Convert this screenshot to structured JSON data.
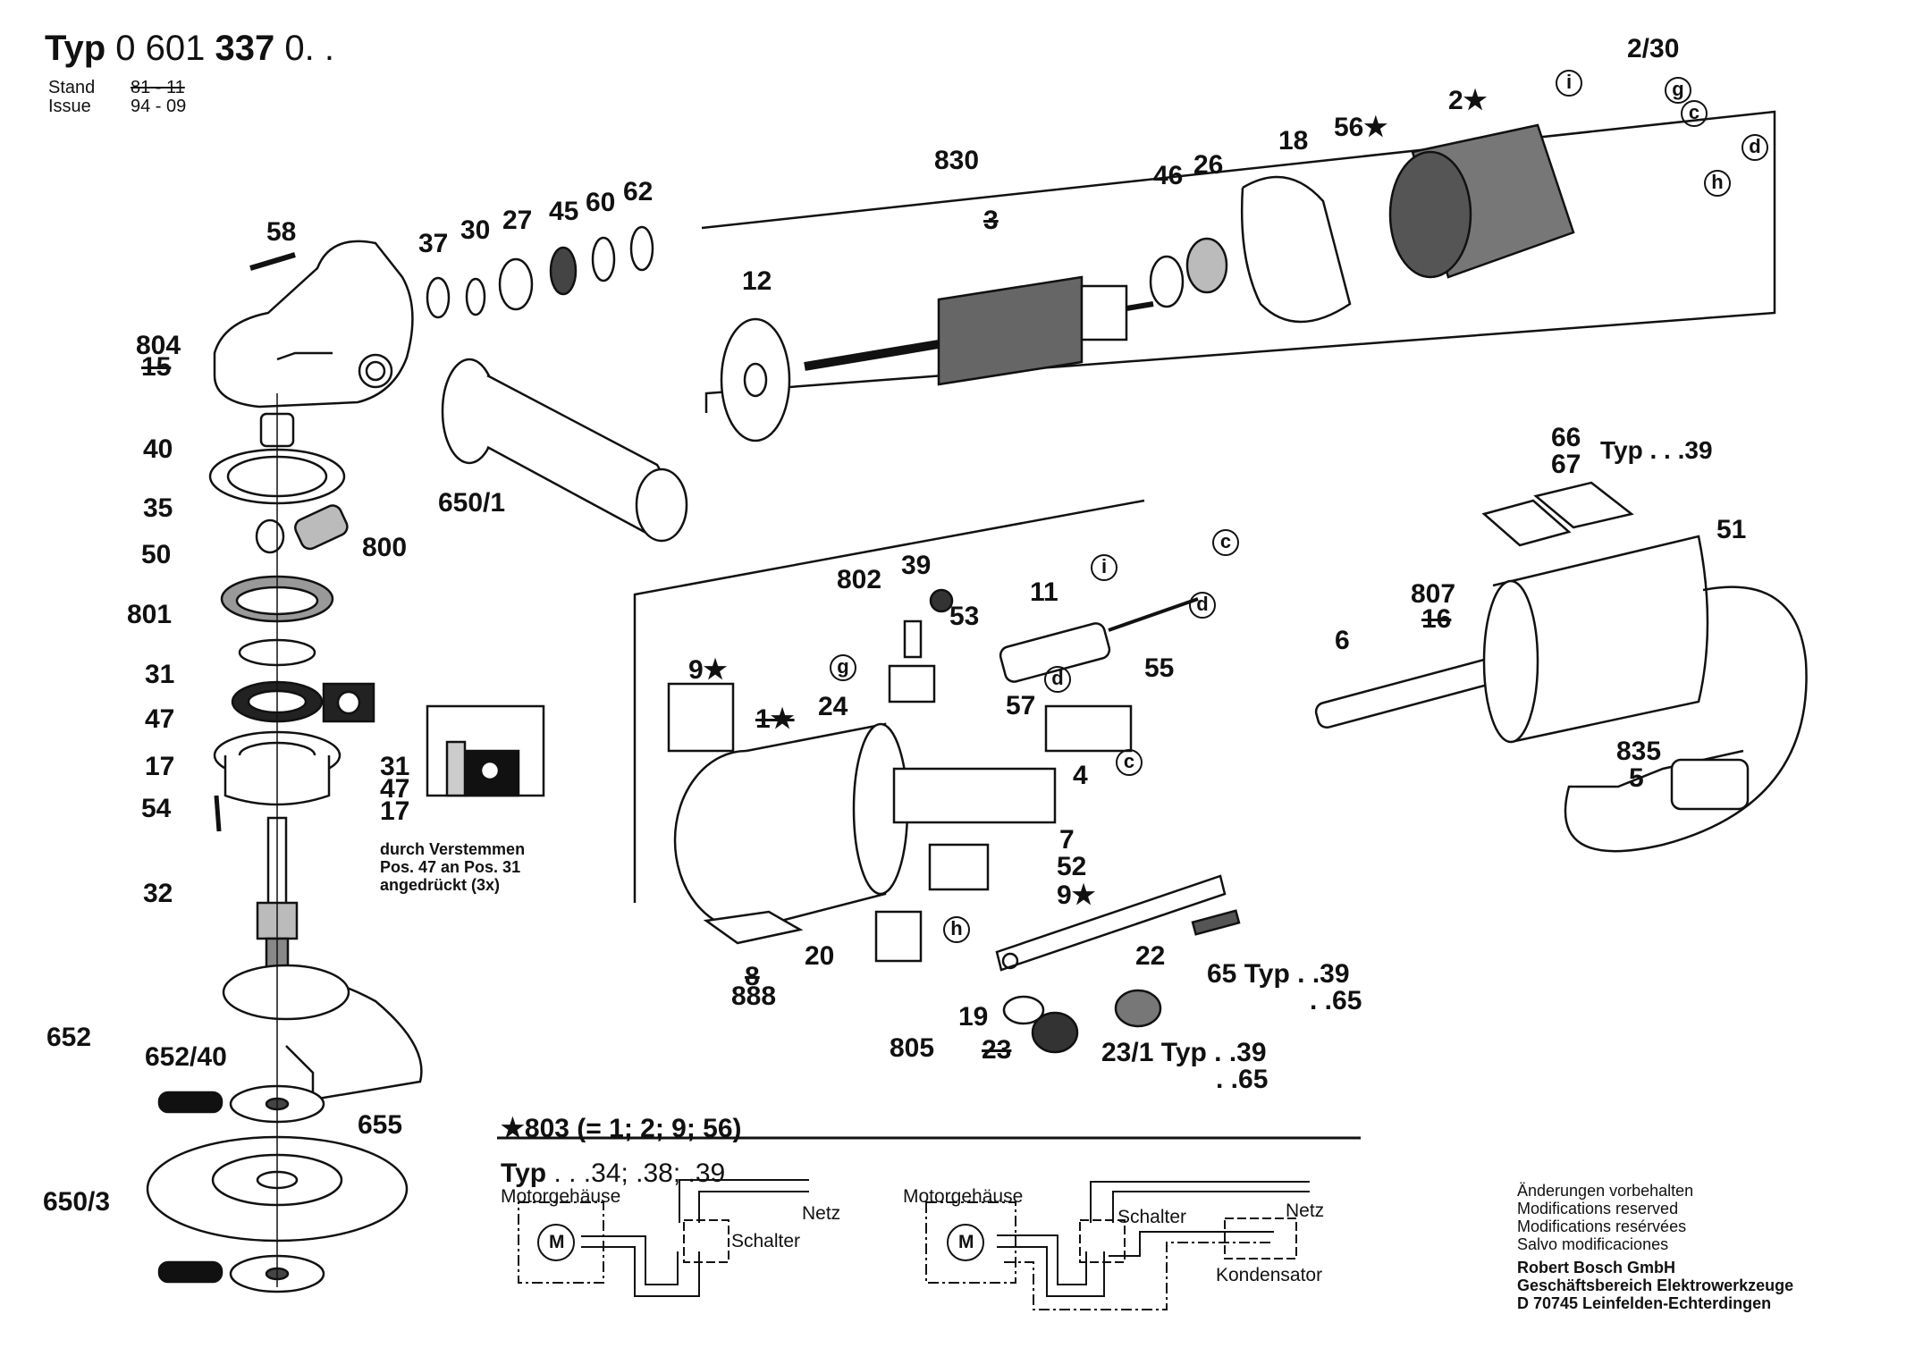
{
  "header": {
    "type_prefix": "Typ",
    "type_number_a": "0 601",
    "type_number_b": "337",
    "type_number_c": "0. .",
    "stand_label": "Stand",
    "issue_label": "Issue",
    "stand_value_old": "81 - 11",
    "issue_value": "94 - 09"
  },
  "callouts": {
    "c_58": "58",
    "c_804": "804",
    "c_15": "15",
    "c_40": "40",
    "c_35": "35",
    "c_50": "50",
    "c_800": "800",
    "c_801": "801",
    "c_31": "31",
    "c_47": "47",
    "c_17": "17",
    "c_54": "54",
    "c_32": "32",
    "c_652": "652",
    "c_652_40": "652/40",
    "c_650_3": "650/3",
    "c_655": "655",
    "c_37": "37",
    "c_30": "30",
    "c_27": "27",
    "c_45": "45",
    "c_60": "60",
    "c_62": "62",
    "c_650_1": "650/1",
    "c_830": "830",
    "c_3": "3",
    "c_12": "12",
    "c_46": "46",
    "c_26": "26",
    "c_18": "18",
    "c_56s": "56★",
    "c_2s": "2★",
    "c_2_30": "2/30",
    "c_66": "66",
    "c_67": "67",
    "c_typ39": "Typ . . .39",
    "c_51": "51",
    "c_807": "807",
    "c_16": "16",
    "c_6": "6",
    "c_835": "835",
    "c_5": "5",
    "c_802": "802",
    "c_39": "39",
    "c_53": "53",
    "c_11": "11",
    "c_9s": "9★",
    "c_1s": "1★",
    "c_24": "24",
    "c_57": "57",
    "c_55": "55",
    "c_4": "4",
    "c_7": "7",
    "c_52": "52",
    "c_9s_b": "9★",
    "c_8": "8",
    "c_888": "888",
    "c_20": "20",
    "c_22": "22",
    "c_65": "65 Typ . .39",
    "c_65b": ". .65",
    "c_19": "19",
    "c_23": "23",
    "c_805": "805",
    "c_23_1": "23/1 Typ . .39",
    "c_23_1b": ". .65",
    "i_31": "31",
    "i_47": "47",
    "i_17": "17"
  },
  "circle_markers": {
    "i": "i",
    "g": "g",
    "c": "c",
    "d": "d",
    "h": "h"
  },
  "inset_note": {
    "line1": "durch Verstemmen",
    "line2": "Pos. 47 an Pos. 31",
    "line3": "angedrückt (3x)"
  },
  "footnote": {
    "star_note": "★803 (= 1; 2; 9; 56)"
  },
  "wiring": {
    "title_bold": "Typ",
    "title_rest": ". . .34; .38; .39",
    "left": {
      "housing": "Motorgehäuse",
      "motor": "M",
      "mains": "Netz",
      "switch": "Schalter"
    },
    "right": {
      "housing": "Motorgehäuse",
      "motor": "M",
      "mains": "Netz",
      "switch": "Schalter",
      "capacitor": "Kondensator"
    }
  },
  "legal": {
    "lines": [
      "Änderungen vorbehalten",
      "Modifications reserved",
      "Modifications resérvées",
      "Salvo modificaciones"
    ],
    "company": [
      "Robert Bosch GmbH",
      "Geschäftsbereich Elektrowerkzeuge",
      "D 70745 Leinfelden-Echterdingen"
    ]
  }
}
